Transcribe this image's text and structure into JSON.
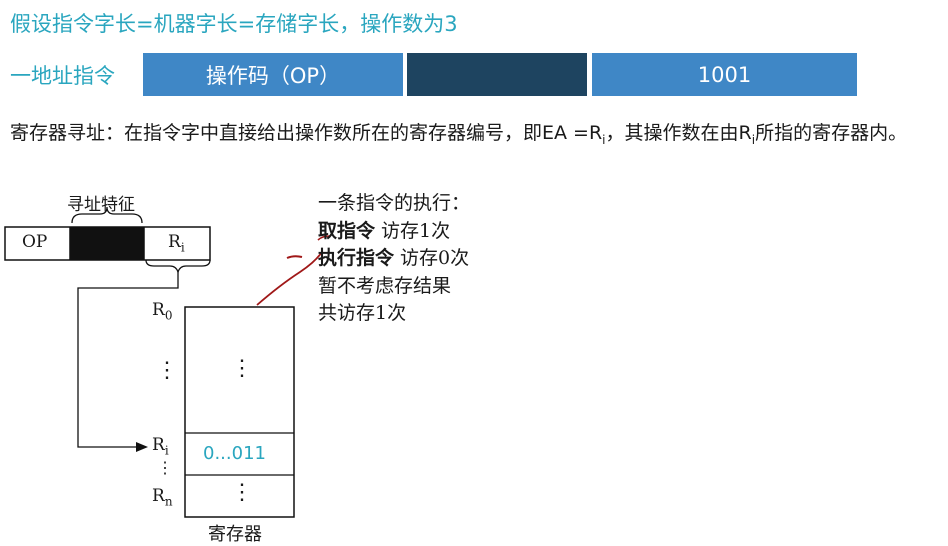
{
  "header": {
    "title": "假设指令字长=机器字长=存储字长，操作数为3"
  },
  "instruction_row": {
    "label": "一地址指令",
    "opcode_field": "操作码（OP）",
    "middle_field": "",
    "address_field": "1001"
  },
  "description": {
    "prefix": "寄存器寻址：在指令字中直接给出操作数所在的寄存器编号，即EA =R",
    "sub_i": "i",
    "middle": "，其操作数在由R",
    "sub_i2": "i",
    "suffix": "所指的寄存器内。"
  },
  "diagram": {
    "feature_label": "寻址特征",
    "op_label": "OP",
    "ri_label": "R",
    "ri_sub": "i",
    "r0_label": "R",
    "r0_sub": "0",
    "ri2_label": "R",
    "ri2_sub": "i",
    "rn_label": "R",
    "rn_sub": "n",
    "dots_vertical": "⋮",
    "cell_value": "0...011",
    "register_file_label": "寄存器"
  },
  "notes": {
    "line1": "一条指令的执行：",
    "line2_bold": "取指令",
    "line2_rest": " 访存1次",
    "line3_bold": "执行指令",
    "line3_rest": " 访存0次",
    "line4": "暂不考虑存结果",
    "line5": "共访存1次"
  },
  "colors": {
    "accent_teal": "#2aa6bf",
    "field_blue": "#3f87c6",
    "field_dark": "#1e4460",
    "ink_red": "#a01818"
  }
}
